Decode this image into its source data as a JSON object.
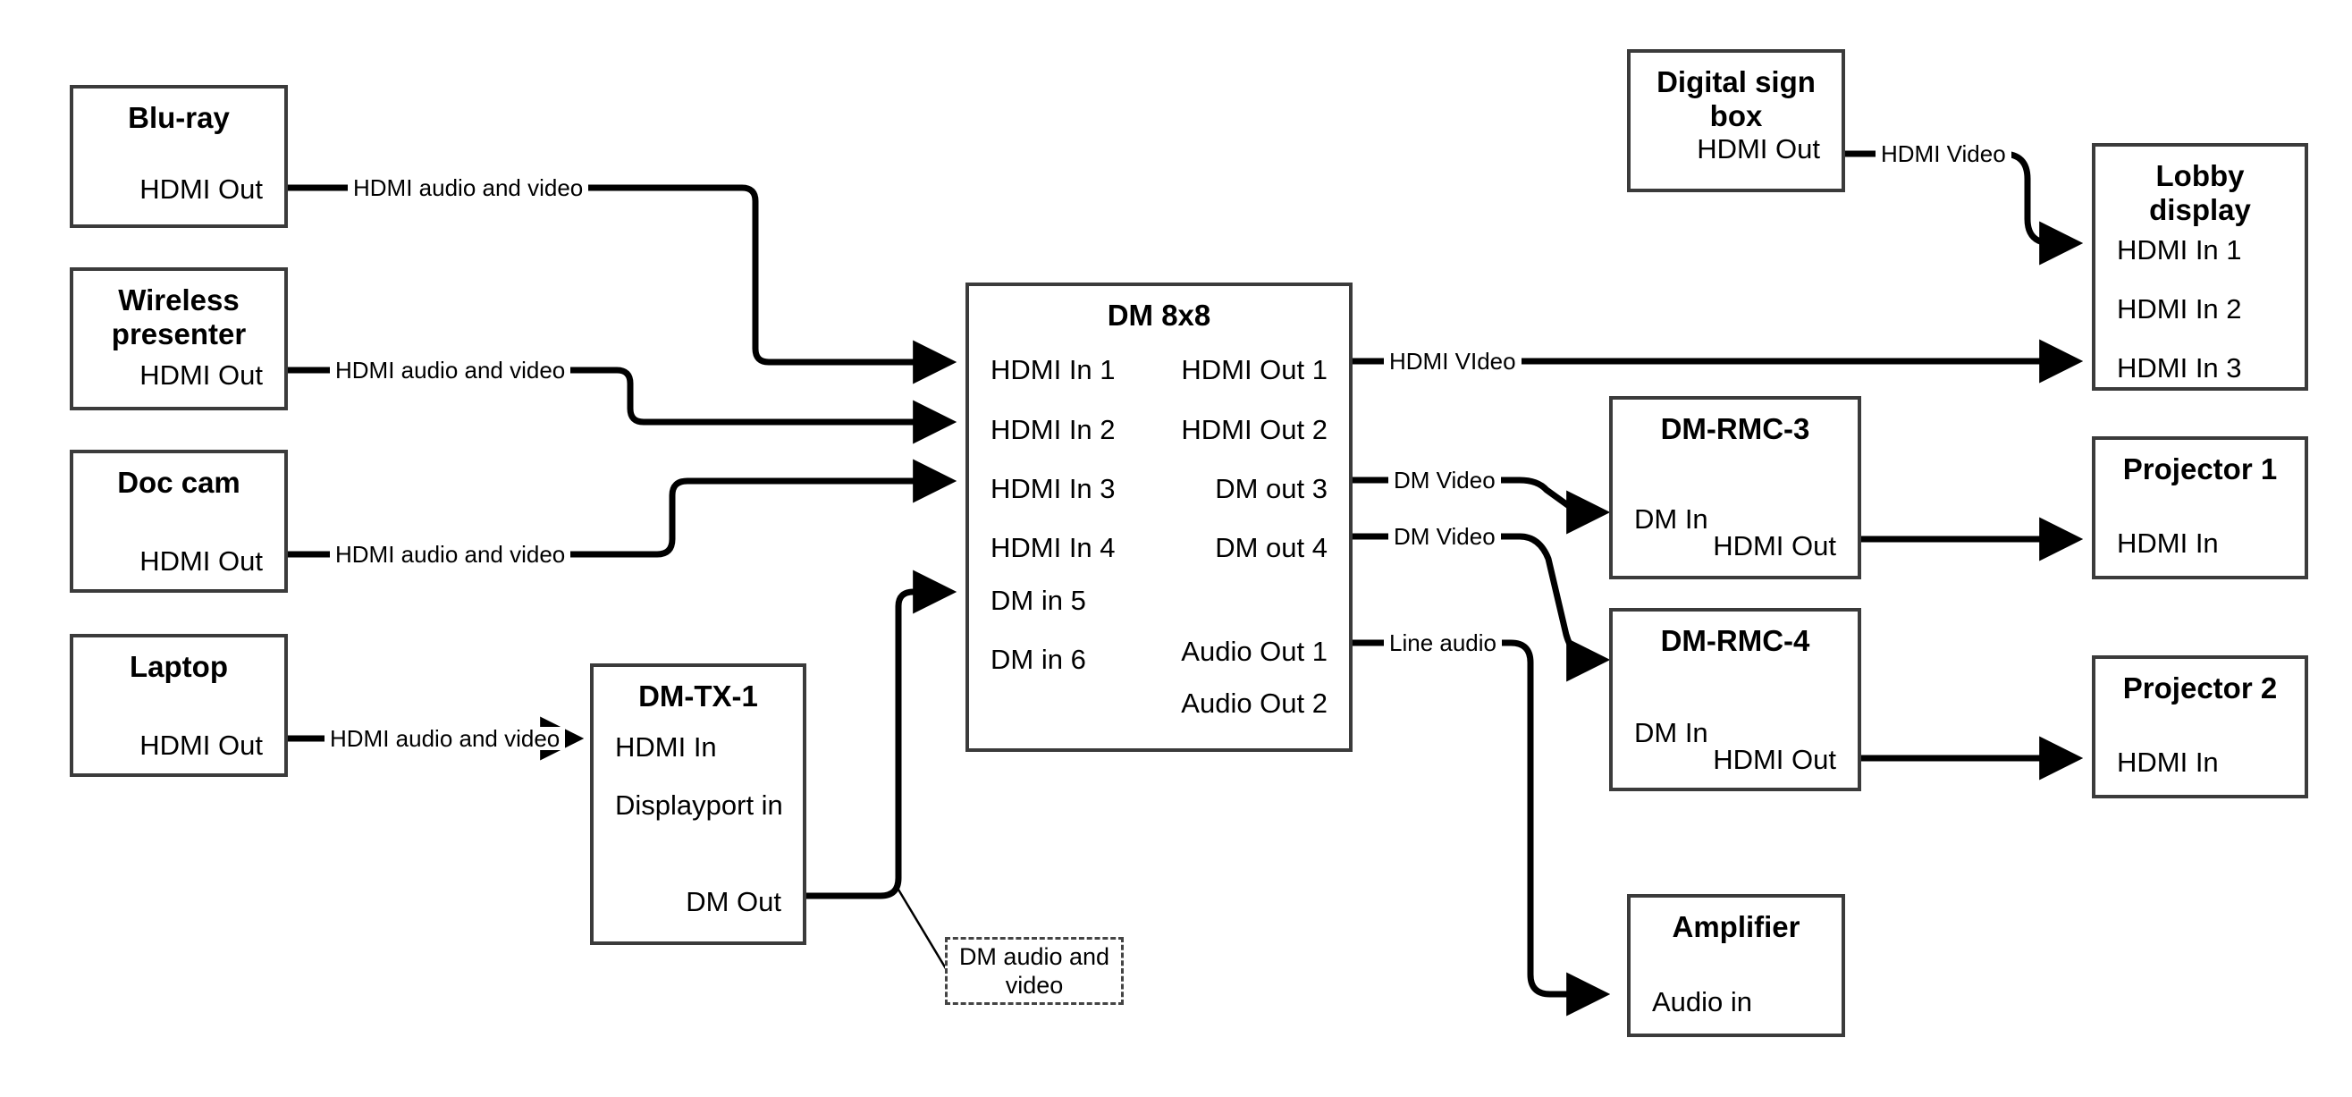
{
  "diagram": {
    "title": "AV signal routing diagram",
    "stroke_color": "#3b3b3b",
    "wire_color": "#000000",
    "background": "#ffffff"
  },
  "nodes": {
    "bluray": {
      "title": "Blu-ray",
      "ports": {
        "out1": "HDMI Out"
      }
    },
    "wireless": {
      "title": "Wireless\npresenter",
      "ports": {
        "out1": "HDMI Out"
      }
    },
    "doccam": {
      "title": "Doc cam",
      "ports": {
        "out1": "HDMI Out"
      }
    },
    "laptop": {
      "title": "Laptop",
      "ports": {
        "out1": "HDMI Out"
      }
    },
    "dmtx1": {
      "title": "DM-TX-1",
      "ports": {
        "in1": "HDMI In",
        "in2": "Displayport in",
        "out1": "DM Out"
      }
    },
    "dm8x8": {
      "title": "DM 8x8",
      "inputs": [
        "HDMI In 1",
        "HDMI In 2",
        "HDMI In 3",
        "HDMI In 4",
        "DM in 5",
        "DM in 6"
      ],
      "outputs": [
        "HDMI Out 1",
        "HDMI Out 2",
        "DM out 3",
        "DM out 4",
        "Audio Out 1",
        "Audio Out 2"
      ]
    },
    "digitalsign": {
      "title": "Digital sign\nbox",
      "ports": {
        "out1": "HDMI Out"
      }
    },
    "lobby": {
      "title": "Lobby\ndisplay",
      "ports": {
        "in1": "HDMI In 1",
        "in2": "HDMI In 2",
        "in3": "HDMI In 3"
      }
    },
    "dmrmc3": {
      "title": "DM-RMC-3",
      "ports": {
        "in1": "DM In",
        "out1": "HDMI Out"
      }
    },
    "dmrmc4": {
      "title": "DM-RMC-4",
      "ports": {
        "in1": "DM In",
        "out1": "HDMI Out"
      }
    },
    "projector1": {
      "title": "Projector 1",
      "ports": {
        "in1": "HDMI In"
      }
    },
    "projector2": {
      "title": "Projector 2",
      "ports": {
        "in1": "HDMI In"
      }
    },
    "amplifier": {
      "title": "Amplifier",
      "ports": {
        "in1": "Audio in"
      }
    }
  },
  "wire_labels": {
    "bluray_to_in1": "HDMI audio and video",
    "wireless_to_in2": "HDMI audio and video",
    "doccam_to_in3": "HDMI audio and video",
    "laptop_to_dmtx1": "HDMI audio and video",
    "hdmiout1_to_lobby3": "HDMI VIdeo",
    "dmout3_to_rmc3": "DM Video",
    "dmout4_to_rmc4": "DM Video",
    "audioout1_to_amp": "Line audio",
    "sign_to_lobby1": "HDMI Video"
  },
  "notes": {
    "dm_audio_video": "DM audio and\nvideo"
  },
  "connections": [
    {
      "from": "bluray.HDMI Out",
      "to": "dm8x8.HDMI In 1",
      "label": "HDMI audio and video"
    },
    {
      "from": "wireless.HDMI Out",
      "to": "dm8x8.HDMI In 2",
      "label": "HDMI audio and video"
    },
    {
      "from": "doccam.HDMI Out",
      "to": "dm8x8.HDMI In 3",
      "label": "HDMI audio and video"
    },
    {
      "from": "laptop.HDMI Out",
      "to": "dmtx1.HDMI In",
      "label": "HDMI audio and video"
    },
    {
      "from": "dmtx1.DM Out",
      "to": "dm8x8.DM in 5",
      "label": "DM audio and video"
    },
    {
      "from": "dm8x8.HDMI Out 1",
      "to": "lobby.HDMI In 3",
      "label": "HDMI VIdeo"
    },
    {
      "from": "dm8x8.DM out 3",
      "to": "dmrmc3.DM In",
      "label": "DM Video"
    },
    {
      "from": "dm8x8.DM out 4",
      "to": "dmrmc4.DM In",
      "label": "DM Video"
    },
    {
      "from": "dm8x8.Audio Out 1",
      "to": "amplifier.Audio in",
      "label": "Line audio"
    },
    {
      "from": "digitalsign.HDMI Out",
      "to": "lobby.HDMI In 1",
      "label": "HDMI Video"
    },
    {
      "from": "dmrmc3.HDMI Out",
      "to": "projector1.HDMI In",
      "label": ""
    },
    {
      "from": "dmrmc4.HDMI Out",
      "to": "projector2.HDMI In",
      "label": ""
    }
  ]
}
